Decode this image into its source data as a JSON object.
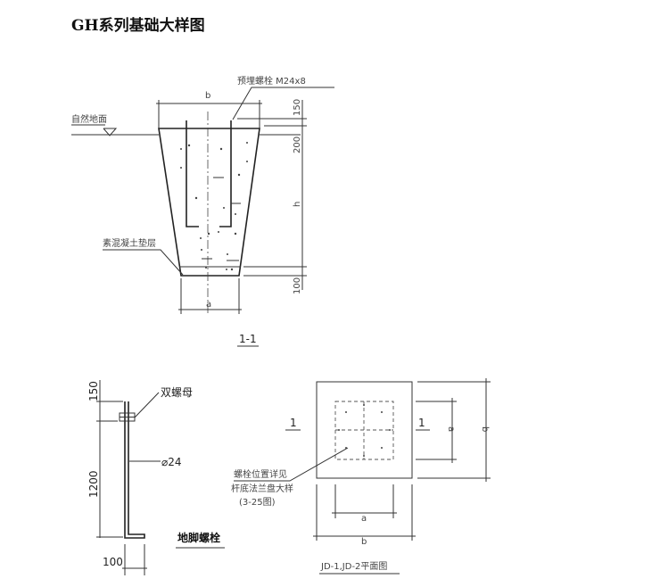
{
  "title": "GH系列基础大样图",
  "section": {
    "bolt_label": "预埋螺栓 M24x8",
    "ground_label": "自然地面",
    "cushion_label": "素混凝土垫层",
    "dim_b": "b",
    "dim_a": "a",
    "dim_150": "150",
    "dim_200": "200",
    "dim_h": "h",
    "dim_100": "100",
    "caption": "1-1"
  },
  "anchor_bolt": {
    "nut_label": "双螺母",
    "diameter_label": "⌀24",
    "dim_150": "150",
    "dim_1200": "1200",
    "dim_100": "100",
    "caption": "地脚螺栓"
  },
  "plan": {
    "section_mark_left": "1",
    "section_mark_right": "1",
    "note_line1": "螺栓位置详见",
    "note_line2": "杆底法兰盘大样",
    "note_line3": "(3-25图)",
    "dim_a_right": "a",
    "dim_b_right": "b",
    "dim_a_bottom": "a",
    "dim_b_bottom": "b",
    "caption": "JD-1,JD-2平面图"
  }
}
